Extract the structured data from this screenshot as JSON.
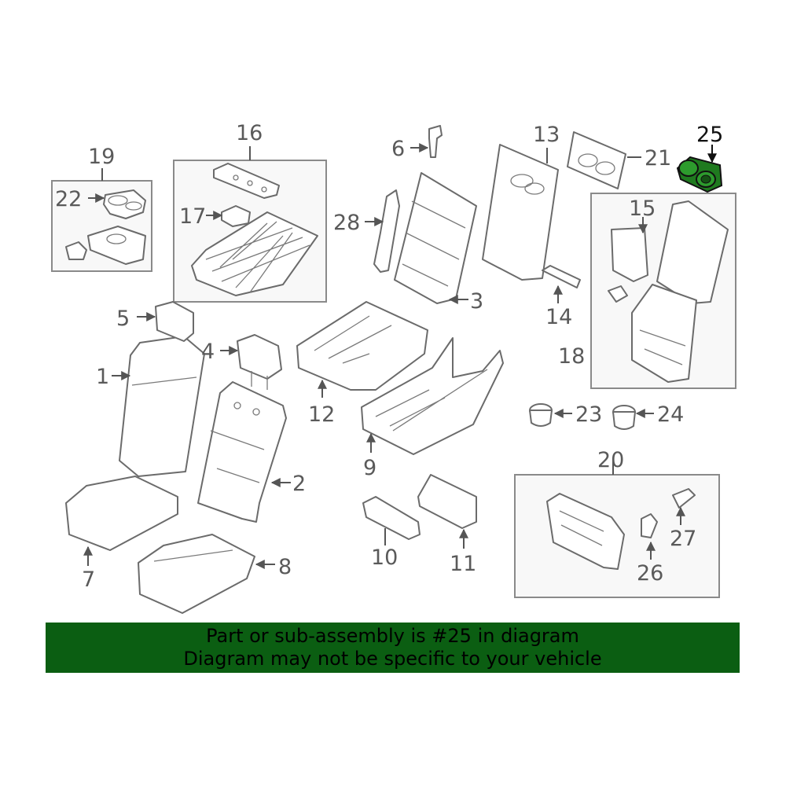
{
  "diagram": {
    "callouts": [
      "1",
      "2",
      "3",
      "4",
      "5",
      "6",
      "7",
      "8",
      "9",
      "10",
      "11",
      "12",
      "13",
      "14",
      "15",
      "16",
      "17",
      "18",
      "19",
      "20",
      "21",
      "22",
      "23",
      "24",
      "25",
      "26",
      "27",
      "28"
    ],
    "highlighted_callout": "25",
    "highlight_color": "#1f7a1f"
  },
  "banner": {
    "line1": "Part or sub-assembly is #25 in diagram",
    "line2": "Diagram may not be specific to your vehicle",
    "background": "#0b5e12"
  }
}
